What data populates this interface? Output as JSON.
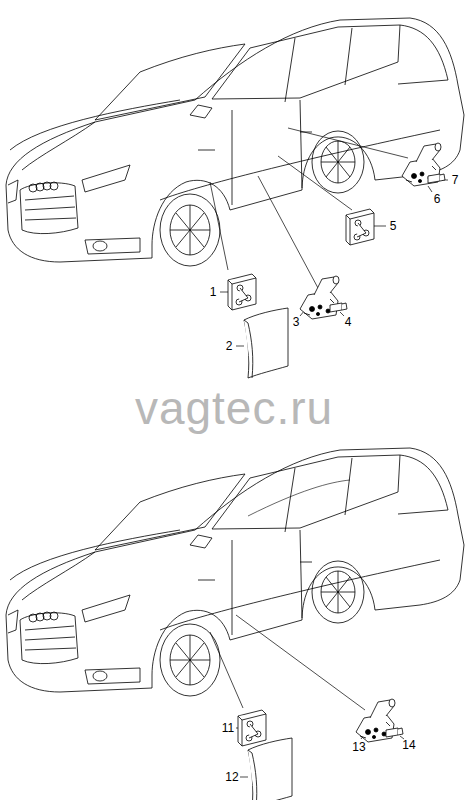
{
  "diagram": {
    "labels": [
      "1",
      "2",
      "3",
      "4",
      "5",
      "6",
      "7",
      "11",
      "12",
      "13",
      "14",
      "vagtec.ru"
    ]
  }
}
